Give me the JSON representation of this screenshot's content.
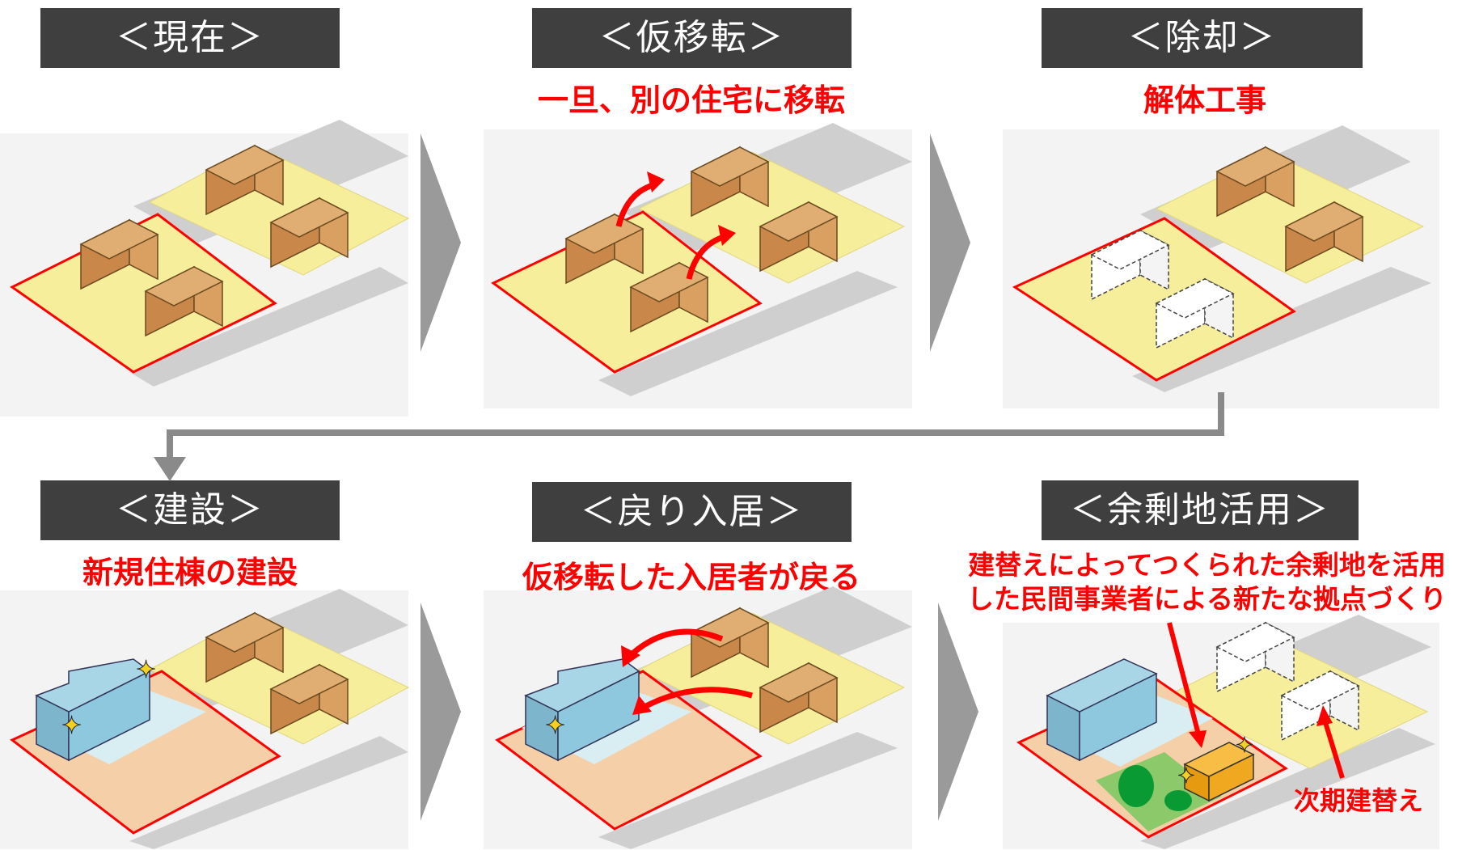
{
  "stages": [
    {
      "title": "＜現在＞",
      "caption": ""
    },
    {
      "title": "＜仮移転＞",
      "caption": "一旦、別の住宅に移転"
    },
    {
      "title": "＜除却＞",
      "caption": "解体工事"
    },
    {
      "title": "＜建設＞",
      "caption": "新規住棟の建設"
    },
    {
      "title": "＜戻り入居＞",
      "caption": "仮移転した入居者が戻る"
    },
    {
      "title": "＜余剰地活用＞",
      "caption_line1": "建替えによってつくられた余剰地を活用",
      "caption_line2": "した民間事業者による新たな拠点づくり",
      "annotation": "次期建替え"
    }
  ],
  "colors": {
    "title_bg": "#3f3f3f",
    "caption": "#ff0000",
    "site_yellow": "#f7ee9c",
    "outline_red": "#ff0000",
    "old_building": "#d49a5a",
    "new_building": "#8ec8de",
    "surplus_land": "#f4cfa8",
    "green_space": "#8cc96a",
    "shop_building": "#f0a820",
    "road_gray": "#cfcfcf",
    "chevron_gray": "#9a9a9a"
  }
}
